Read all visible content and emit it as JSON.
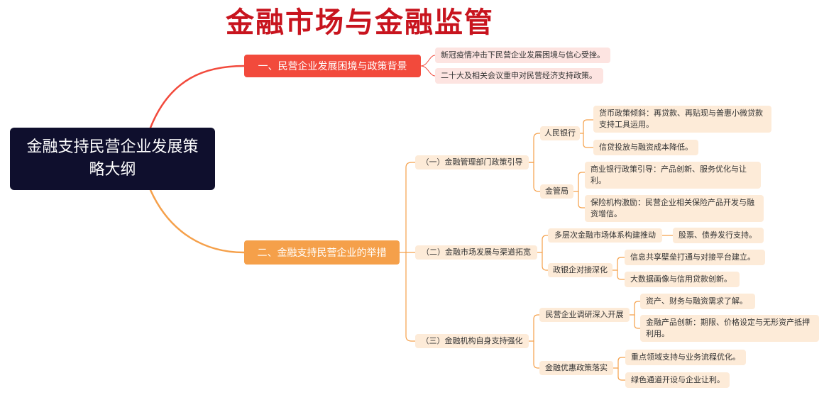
{
  "title": "金融市场与金融监管",
  "root": "金融支持民营企业发展策略大纲",
  "colors": {
    "title": "#c8141e",
    "root": "#0f0f2d",
    "branch1": "#f24a3c",
    "branch2": "#f5a04a",
    "leaf1": "#fde4e1",
    "leaf2": "#fdebd8"
  },
  "branch1": {
    "label": "一、民营企业发展困境与政策背景",
    "items": [
      "新冠疫情冲击下民营企业发展困境与信心受挫。",
      "二十大及相关会议重申对民营经济支持政策。"
    ]
  },
  "branch2": {
    "label": "二、金融支持民营企业的举措",
    "sub1": {
      "label": "（一）金融管理部门政策引导",
      "pboc": {
        "label": "人民银行",
        "items": [
          "货币政策倾斜：再贷款、再贴现与普惠小微贷款支持工具运用。",
          "信贷投放与融资成本降低。"
        ]
      },
      "fsa": {
        "label": "金管局",
        "items": [
          "商业银行政策引导：产品创新、服务优化与让利。",
          "保险机构激励：民营企业相关保险产品开发与融资增信。"
        ]
      }
    },
    "sub2": {
      "label": "（二）金融市场发展与渠道拓宽",
      "market": {
        "label": "多层次金融市场体系构建推动",
        "items": [
          "股票、债券发行支持。"
        ]
      },
      "bank": {
        "label": "政银企对接深化",
        "items": [
          "信息共享壁垒打通与对接平台建立。",
          "大数据画像与信用贷款创新。"
        ]
      }
    },
    "sub3": {
      "label": "（三）金融机构自身支持强化",
      "research": {
        "label": "民营企业调研深入开展",
        "items": [
          "资产、财务与融资需求了解。",
          "金融产品创新：期限、价格设定与无形资产抵押利用。"
        ]
      },
      "policy": {
        "label": "金融优惠政策落实",
        "items": [
          "重点领域支持与业务流程优化。",
          "绿色通道开设与企业让利。"
        ]
      }
    }
  }
}
